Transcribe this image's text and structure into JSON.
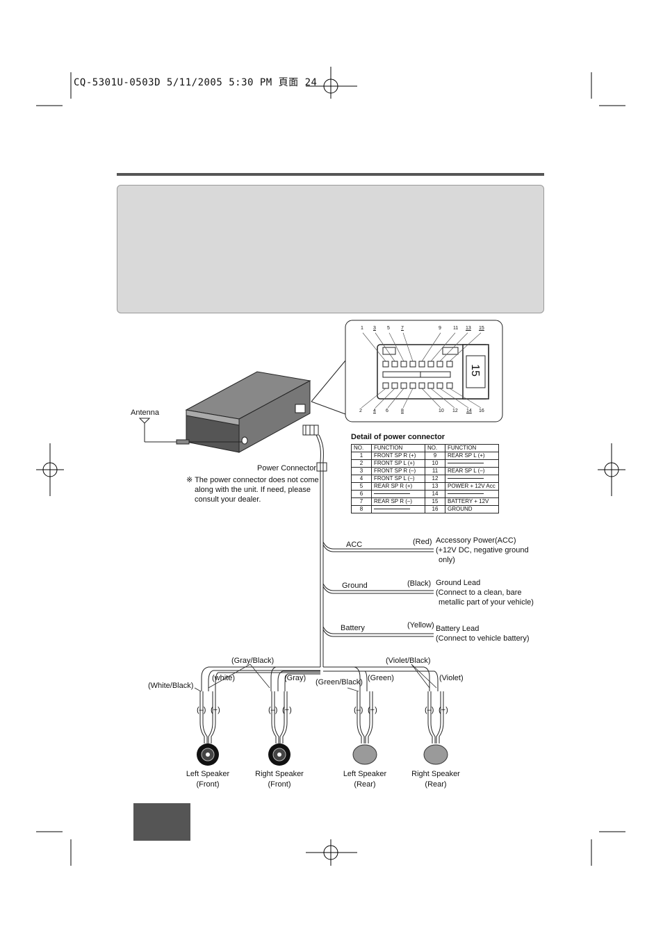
{
  "header": {
    "print_info": "CQ-5301U-0503D 5/11/2005 5:30 PM 頁面 24"
  },
  "connector_detail": {
    "top_pins": [
      "1",
      "3",
      "5",
      "7",
      "9",
      "11",
      "13",
      "15"
    ],
    "bottom_pins": [
      "2",
      "4",
      "6",
      "8",
      "10",
      "12",
      "14",
      "16"
    ],
    "badge": "15"
  },
  "unit": {
    "antenna_label": "Antenna",
    "power_connector_label": "Power Connector",
    "note": "※ The power connector does not come along with the unit. If need, please consult your dealer."
  },
  "table": {
    "title": "Detail of power connector",
    "headers": [
      "NO.",
      "FUNCTION",
      "NO.",
      "FUNCTION"
    ],
    "rows": [
      [
        "1",
        "FRONT SP R (+)",
        "9",
        "REAR SP L (+)"
      ],
      [
        "2",
        "FRONT SP L (+)",
        "10",
        ""
      ],
      [
        "3",
        "FRONT SP R (–)",
        "11",
        "REAR SP L (–)"
      ],
      [
        "4",
        "FRONT SP L (–)",
        "12",
        ""
      ],
      [
        "5",
        "REAR SP R (+)",
        "13",
        "POWER + 12V Acc"
      ],
      [
        "6",
        "",
        "14",
        ""
      ],
      [
        "7",
        "REAR SP R (–)",
        "15",
        "BATTERY + 12V"
      ],
      [
        "8",
        "",
        "16",
        "GROUND"
      ]
    ]
  },
  "wires": {
    "acc": {
      "name": "ACC",
      "color": "(Red)",
      "desc1": "Accessory Power(ACC)",
      "desc2": "(+12V DC, negative ground",
      "desc3": "only)"
    },
    "ground": {
      "name": "Ground",
      "color": "(Black)",
      "desc1": "Ground Lead",
      "desc2": "(Connect to a clean, bare",
      "desc3": "metallic part of your vehicle)"
    },
    "battery": {
      "name": "Battery",
      "color": "(Yellow)",
      "desc1": "Battery Lead",
      "desc2": "(Connect to vehicle battery)"
    }
  },
  "speaker_wires": {
    "gray_black": "(Gray/Black)",
    "white": "(white)",
    "white_black": "(White/Black)",
    "gray": "(Gray)",
    "green_black": "(Green/Black)",
    "green": "(Green)",
    "violet_black": "(Violet/Black)",
    "violet": "(Violet)",
    "minus": "(–)",
    "plus": "(+)"
  },
  "speakers": [
    {
      "line1": "Left Speaker",
      "line2": "(Front)"
    },
    {
      "line1": "Right Speaker",
      "line2": "(Front)"
    },
    {
      "line1": "Left Speaker",
      "line2": "(Rear)"
    },
    {
      "line1": "Right Speaker",
      "line2": "(Rear)"
    }
  ]
}
